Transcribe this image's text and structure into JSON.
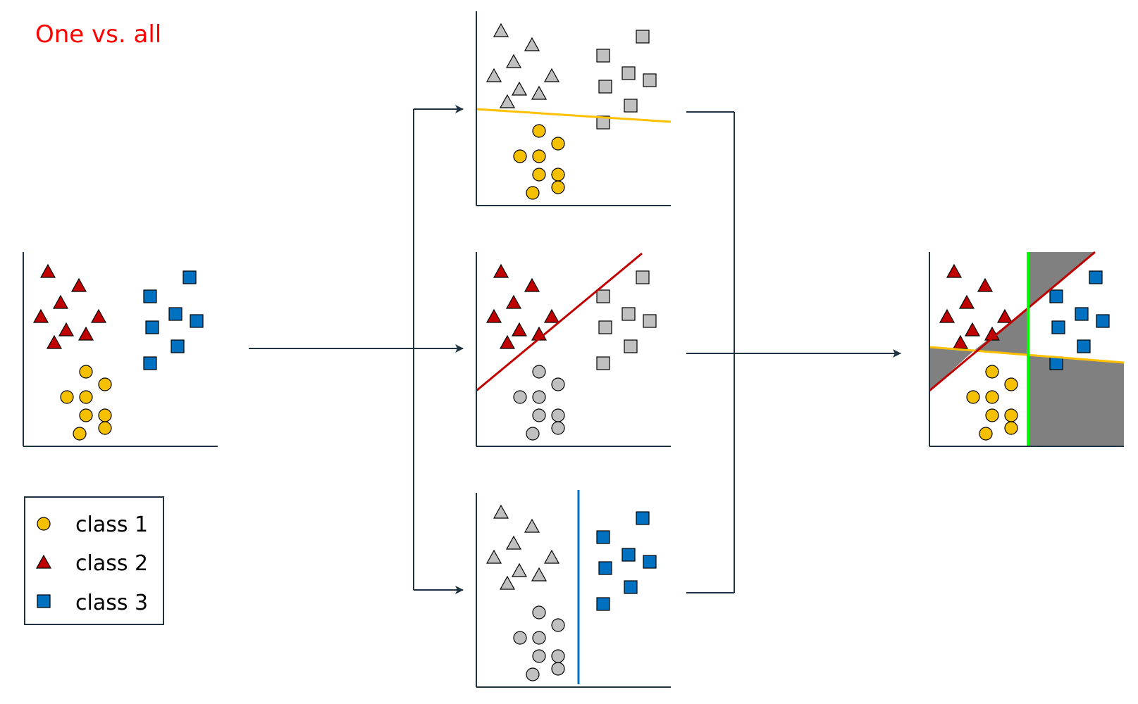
{
  "title": "One vs. all",
  "colors": {
    "title": "#ff0000",
    "class1": "#f5c000",
    "class2": "#c00000",
    "class3": "#0070c0",
    "inactive": "#c0c0c0",
    "axis": "#1f3240",
    "shade": "#808080",
    "boundary1": "#ffc000",
    "boundary2": "#c00000",
    "boundary3": "#0070c0",
    "boundary3_final": "#00ff00"
  },
  "legend": {
    "items": [
      {
        "label": "class 1",
        "icon": "circle-icon"
      },
      {
        "label": "class 2",
        "icon": "triangle-icon"
      },
      {
        "label": "class 3",
        "icon": "square-icon"
      }
    ]
  }
}
